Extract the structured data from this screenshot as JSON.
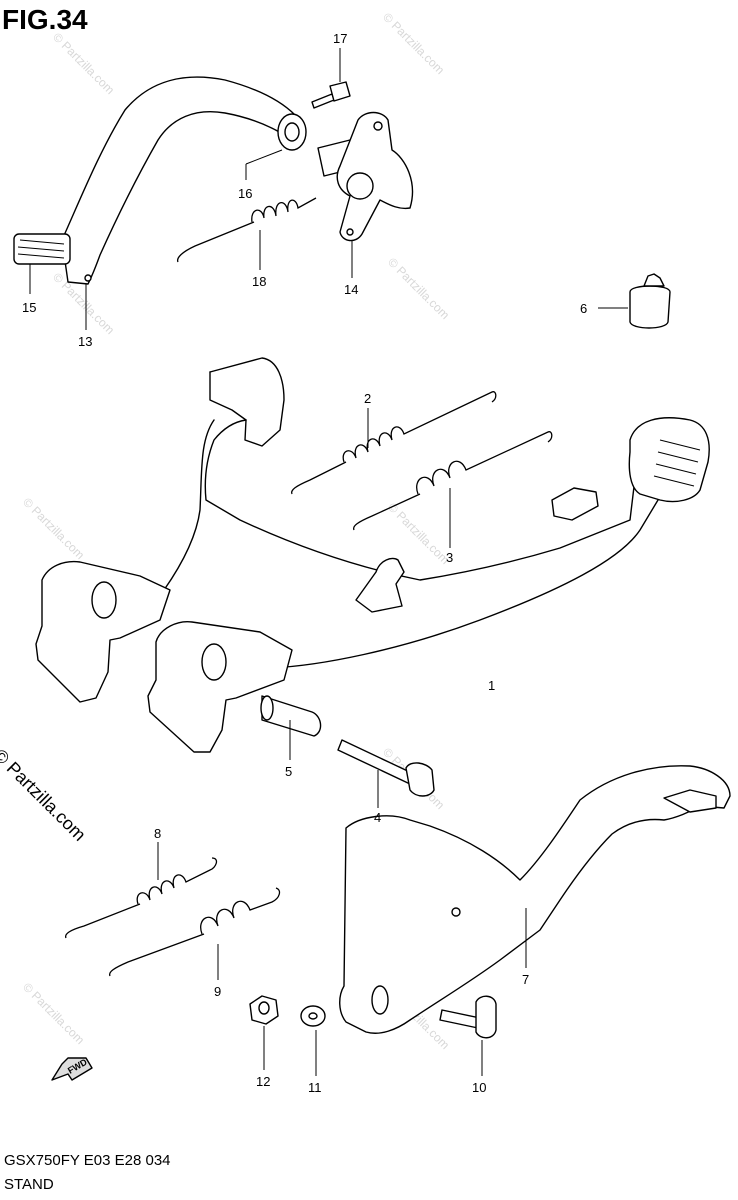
{
  "figure_title": "FIG.34",
  "footer": {
    "model_code": "GSX750FY E03 E28  034",
    "section_name": "STAND"
  },
  "copyright": "© Partzilla.com",
  "watermark_text": "© Partzilla.com",
  "front_arrow_label": "FWD",
  "callouts": {
    "c1": "1",
    "c2": "2",
    "c3": "3",
    "c4": "4",
    "c5": "5",
    "c6": "6",
    "c7": "7",
    "c8": "8",
    "c9": "9",
    "c10": "10",
    "c11": "11",
    "c12": "12",
    "c13": "13",
    "c14": "14",
    "c15": "15",
    "c16": "16",
    "c17": "17",
    "c18": "18"
  }
}
